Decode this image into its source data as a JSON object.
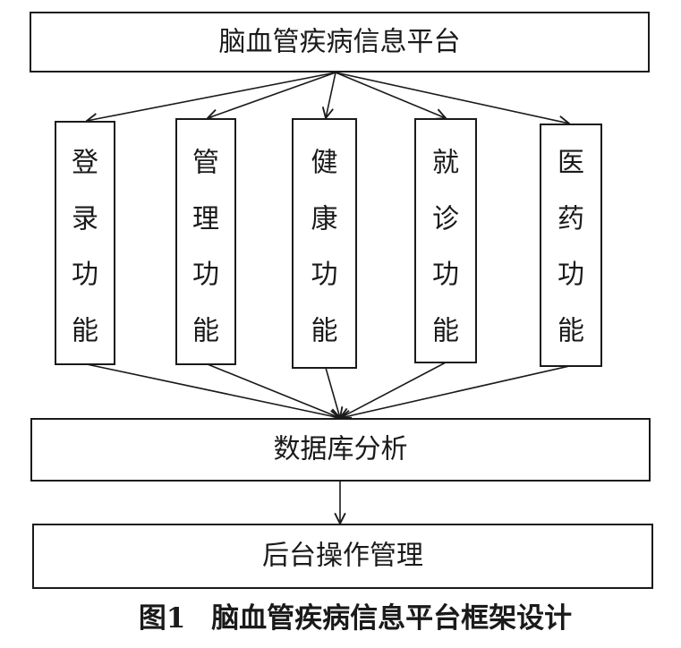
{
  "top_box": {
    "label": "脑血管疾病信息平台"
  },
  "functions": [
    {
      "label": "登录功能"
    },
    {
      "label": "管理功能"
    },
    {
      "label": "健康功能"
    },
    {
      "label": "就诊功能"
    },
    {
      "label": "医药功能"
    }
  ],
  "database_box": {
    "label": "数据库分析"
  },
  "backend_box": {
    "label": "后台操作管理"
  },
  "caption": {
    "figure_number": "图1",
    "title": "脑血管疾病信息平台框架设计"
  }
}
